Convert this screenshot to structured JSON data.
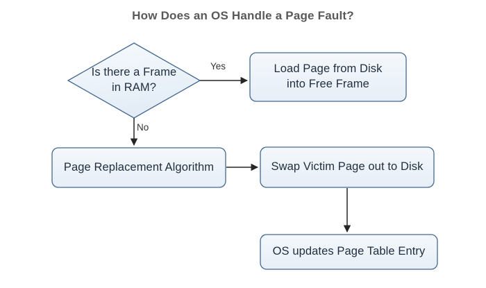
{
  "diagram": {
    "title": "How Does an OS Handle a Page Fault?",
    "type": "flowchart",
    "background_color": "#ffffff",
    "node_fill_color": "#eef3f9",
    "node_border_color": "#44688f",
    "node_text_color": "#1f2d3d",
    "title_color": "#595959",
    "connector_color": "#262626",
    "nodes": [
      {
        "id": "decision-frame-in-ram",
        "shape": "diamond",
        "label": "Is there a Frame\nin RAM?"
      },
      {
        "id": "load-page-from-disk",
        "shape": "rounded-rect",
        "label": "Load Page from Disk\ninto Free Frame"
      },
      {
        "id": "page-replacement-algorithm",
        "shape": "rounded-rect",
        "label": "Page Replacement Algorithm"
      },
      {
        "id": "swap-victim-page",
        "shape": "rounded-rect",
        "label": "Swap Victim Page out to Disk"
      },
      {
        "id": "os-updates-page-table-entry",
        "shape": "rounded-rect",
        "label": "OS updates Page Table Entry"
      }
    ],
    "edges": [
      {
        "id": "edge-yes",
        "from": "decision-frame-in-ram",
        "to": "load-page-from-disk",
        "label": "Yes",
        "direction": "right"
      },
      {
        "id": "edge-no",
        "from": "decision-frame-in-ram",
        "to": "page-replacement-algorithm",
        "label": "No",
        "direction": "down"
      },
      {
        "id": "edge-replace-to-swap",
        "from": "page-replacement-algorithm",
        "to": "swap-victim-page",
        "label": "",
        "direction": "right"
      },
      {
        "id": "edge-swap-to-update",
        "from": "swap-victim-page",
        "to": "os-updates-page-table-entry",
        "label": "",
        "direction": "down"
      }
    ]
  }
}
